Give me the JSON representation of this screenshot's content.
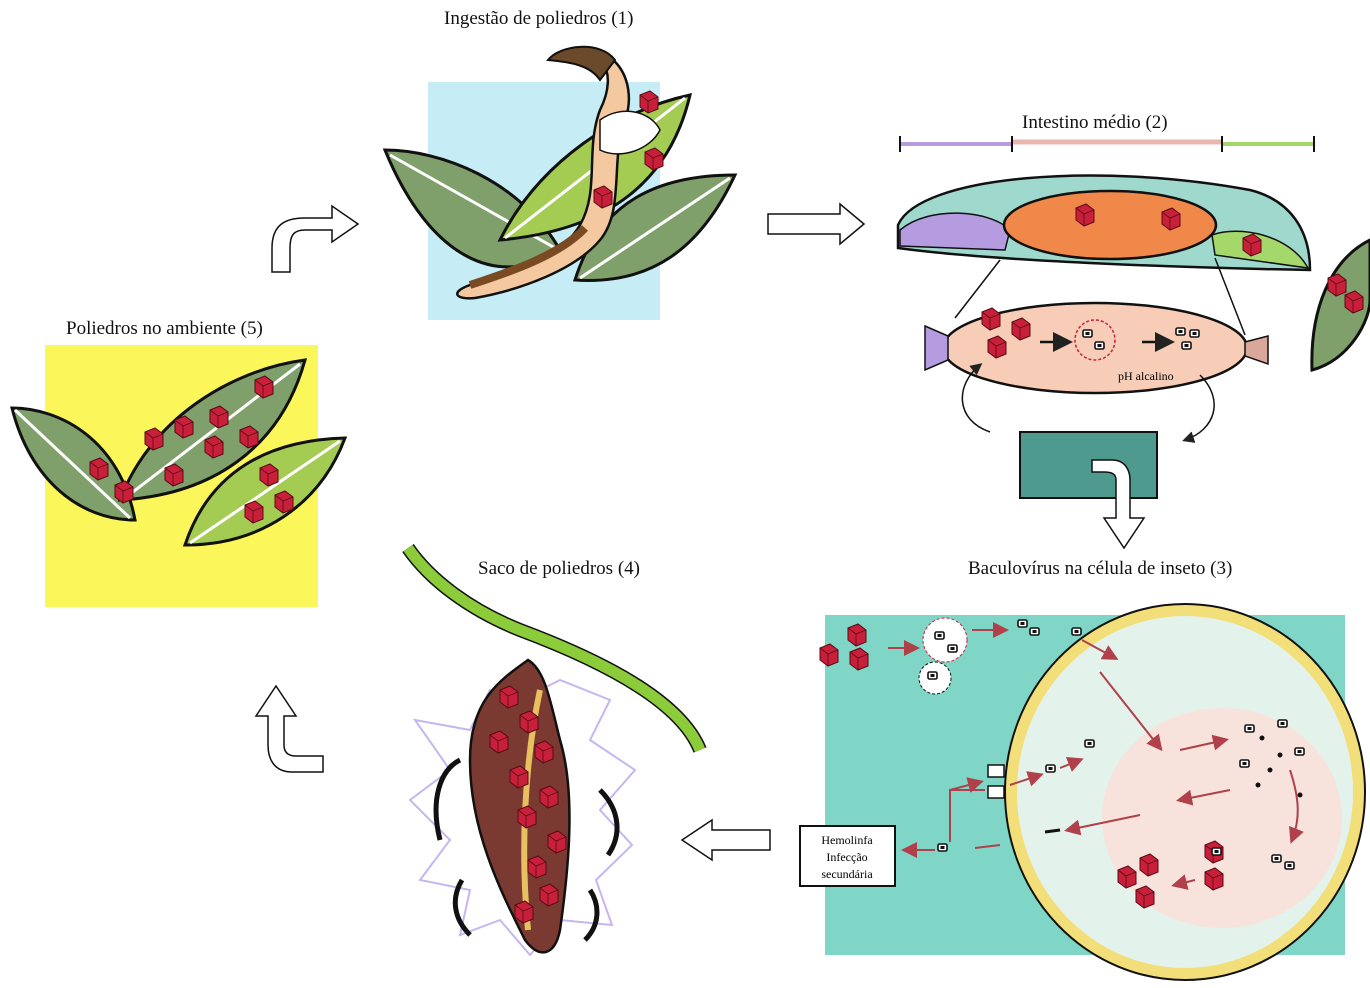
{
  "stages": {
    "ingestion": {
      "title": "Ingestão de poliedros (1)"
    },
    "midgut": {
      "title": "Intestino médio (2)",
      "ph_label": "pH alcalino"
    },
    "cell": {
      "title": "Baculovírus na célula de inseto (3)",
      "hemolymph_box": [
        "Hemolinfa",
        "Infecção",
        "secundária"
      ]
    },
    "sac": {
      "title": "Saco de poliedros  (4)"
    },
    "environment": {
      "title": "Poliedros no ambiente (5)"
    }
  },
  "colors": {
    "polyhedra": "#c8203a",
    "panel_blue": "#c6ecf5",
    "panel_yellow": "#fbf75a",
    "panel_teal": "#7fd6c6",
    "leaf_dark": "#7fa06a",
    "leaf_light": "#a5cc52",
    "gut_orange": "#f0884a",
    "gut_purple": "#b59be0",
    "gut_green": "#a5d86a",
    "nucleus": "#f7e3dc",
    "cell_wall": "#f3df7a",
    "chamber": "#4e9a8f",
    "stem": "#8ccc3a"
  }
}
